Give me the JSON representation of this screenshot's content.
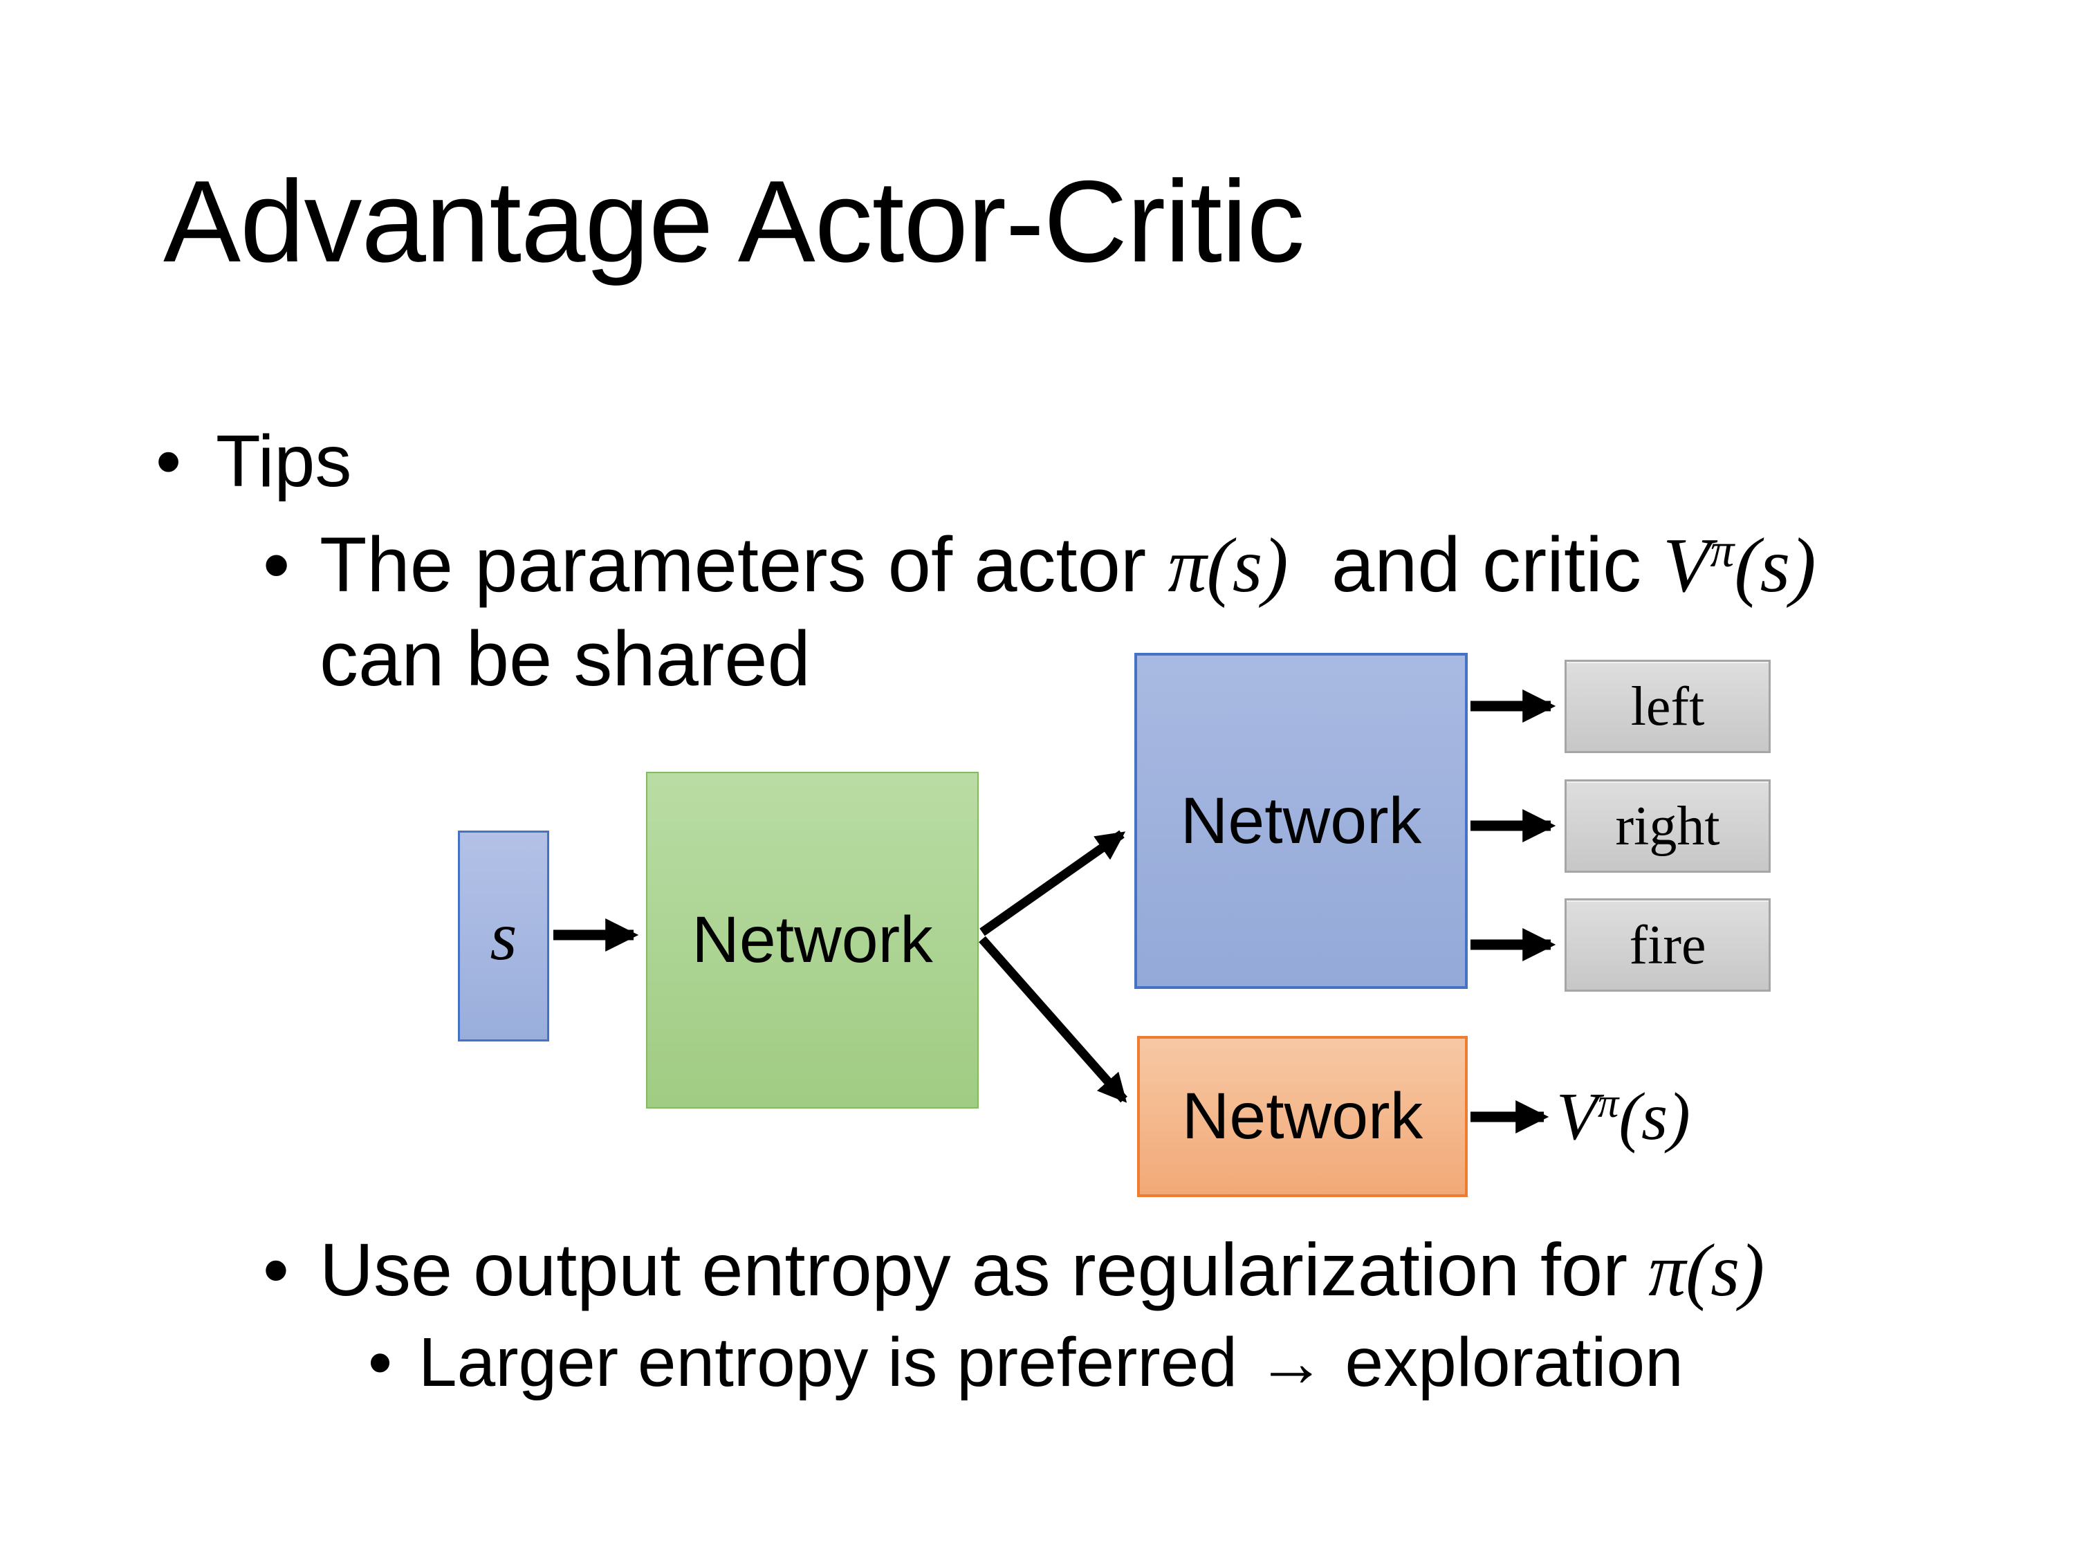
{
  "slide": {
    "title": "Advantage Actor-Critic",
    "bullet_glyph": "•",
    "bullet_tips": "Tips",
    "bullet_shared": {
      "t1": "The parameters of actor ",
      "m1": "π(s)",
      "t2": "  and critic ",
      "v_base": "V",
      "v_sup": "π",
      "v_args": "(s)",
      "line2": "can be shared"
    },
    "bullet_entropy": {
      "t1": "Use output entropy as regularization for ",
      "m1": "π(s)"
    },
    "bullet_exploration": "Larger entropy is preferred → exploration"
  },
  "diagram": {
    "state_label": "s",
    "shared_network_label": "Network",
    "actor_network_label": "Network",
    "critic_network_label": "Network",
    "action_left": "left",
    "action_right": "right",
    "action_fire": "fire",
    "value_base": "V",
    "value_sup": "π",
    "value_args": "(s)"
  },
  "colors": {
    "ink": "#000000",
    "blue_border": "#4472C4",
    "blue_top": "#A9BAE2",
    "blue_bottom": "#94A9D8",
    "state_top": "#B3C1E6",
    "state_bottom": "#9AAEDC",
    "green_border": "#84BB60",
    "green_top": "#B9DCA4",
    "green_bottom": "#A0CC83",
    "orange_border": "#ED7D31",
    "orange_top": "#F7C8A4",
    "orange_bottom": "#F2A977",
    "gray_border": "#A6A6A6",
    "gray_top": "#DEDEDE",
    "gray_bottom": "#C7C7C7"
  }
}
